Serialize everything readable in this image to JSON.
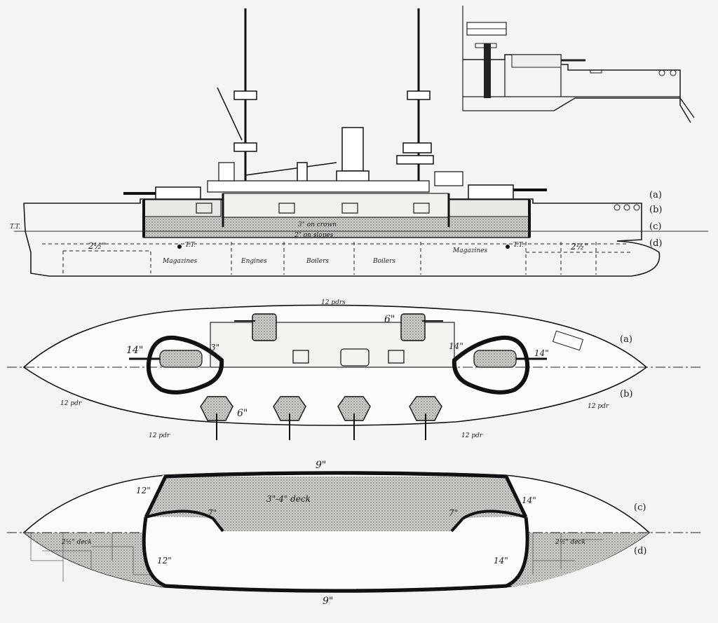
{
  "profile": {
    "section_tags": [
      "(a)",
      "(b)",
      "(c)",
      "(d)"
    ],
    "tt_bow": "T.T.",
    "deck_bow": "2½\"",
    "deck_stern": "2½\"",
    "crown": "3\" on crown",
    "slopes": "2\" on slopes",
    "tt_left": "T.T.",
    "tt_right": "T.T.",
    "spaces": [
      "Magazines",
      "Engines",
      "Boilers",
      "Boilers",
      "Magazines"
    ]
  },
  "upper_plan": {
    "tag_a": "(a)",
    "tag_b": "(b)",
    "label_12pdrs_top": "12 pdrs",
    "label_6in_top": "6\"",
    "label_14in_left": "14\"",
    "label_3in": "3\"",
    "label_14in_right_inner": "14\"",
    "label_14in_right_outer": "14\"",
    "label_6in_side": "6\"",
    "label_12pdr_bow": "12 pdr",
    "label_12pdr_left": "12 pdr",
    "label_12pdr_right": "12 pdr",
    "label_12pdr_stern": "12 pdr"
  },
  "lower_plan": {
    "tag_c": "(c)",
    "tag_d": "(d)",
    "belt_top": "9\"",
    "belt_bottom": "9\"",
    "deck": "3\"-4\" deck",
    "bulkhead_left_upper": "12\"",
    "bulkhead_left_lower": "12\"",
    "bulkhead_right_upper": "14\"",
    "bulkhead_right_lower": "14\"",
    "inner_left": "7\"",
    "inner_right": "7\"",
    "deck_bow": "2½\" deck",
    "deck_stern": "2½\" deck"
  }
}
